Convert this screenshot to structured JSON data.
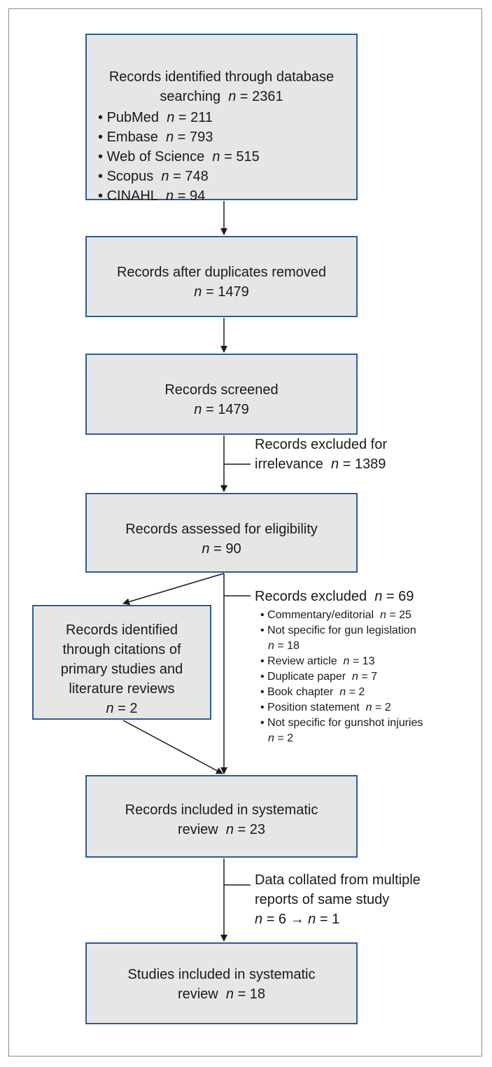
{
  "n_symbol": "n",
  "box1": {
    "title_l1": "Records identified through database",
    "title_l2": "searching",
    "title_n": "= 2361",
    "items": [
      {
        "label": "PubMed",
        "value": "= 211"
      },
      {
        "label": "Embase",
        "value": "= 793"
      },
      {
        "label": "Web of Science",
        "value": "= 515"
      },
      {
        "label": "Scopus",
        "value": "= 748"
      },
      {
        "label": "CINAHL",
        "value": "= 94"
      }
    ]
  },
  "box2": {
    "line1": "Records after duplicates removed",
    "n": "= 1479"
  },
  "box3": {
    "line1": "Records screened",
    "n": "= 1479"
  },
  "excl1": {
    "line1": "Records excluded for",
    "line2": "irrelevance",
    "n": "= 1389"
  },
  "box4": {
    "line1": "Records assessed for eligibility",
    "n": "= 90"
  },
  "box5": {
    "line1": "Records identified",
    "line2": "through citations of",
    "line3": "primary studies and",
    "line4": "literature reviews",
    "n": "= 2"
  },
  "excl2": {
    "title": "Records excluded",
    "n": "= 69",
    "items": [
      {
        "label": "Commentary/editorial",
        "value": "= 25",
        "inline": true
      },
      {
        "label": "Not specific for gun legislation",
        "value": "= 18",
        "inline": false
      },
      {
        "label": "Review article",
        "value": "= 13",
        "inline": true
      },
      {
        "label": "Duplicate paper",
        "value": "= 7",
        "inline": true
      },
      {
        "label": "Book chapter",
        "value": "= 2",
        "inline": true
      },
      {
        "label": "Position statement",
        "value": "= 2",
        "inline": true
      },
      {
        "label": "Not specific for gunshot injuries",
        "value": "= 2",
        "inline": false
      }
    ]
  },
  "box6": {
    "line1": "Records included in systematic",
    "line2": "review",
    "n": "= 23"
  },
  "note3": {
    "line1": "Data collated from multiple",
    "line2": "reports of same study",
    "n1": "= 6 →",
    "n2": "= 1"
  },
  "box7": {
    "line1": "Studies included in systematic",
    "line2": "review",
    "n": "= 18"
  },
  "colors": {
    "box_fill": "#e6e6e6",
    "box_border": "#2d5d94",
    "arrow": "#1a1a1a",
    "frame": "#8a8a8a"
  }
}
